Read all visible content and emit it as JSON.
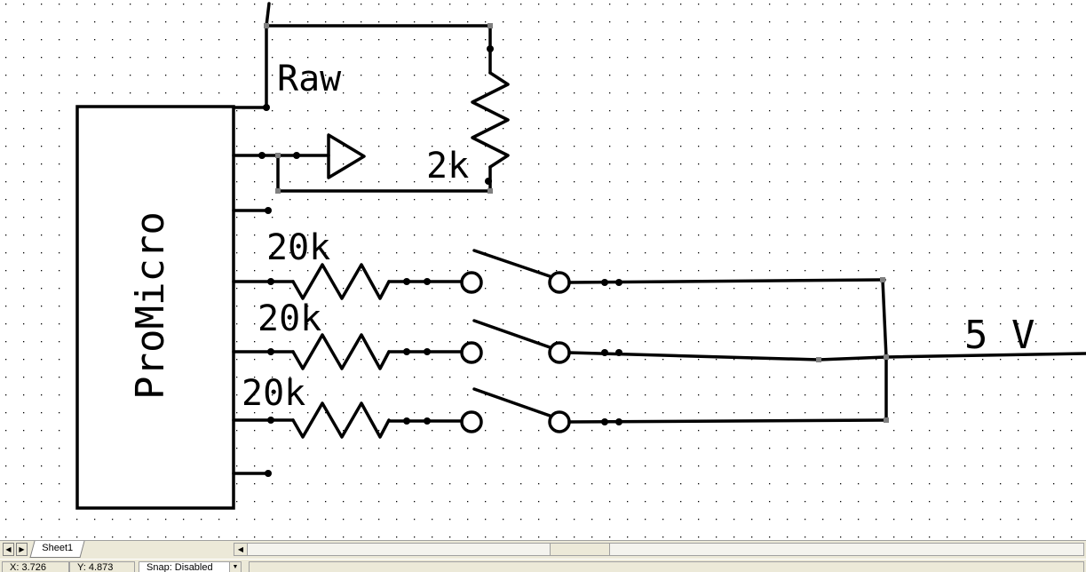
{
  "schematic": {
    "component_label": "ProMicro",
    "raw_label": "Raw",
    "resistor_top_label": "2k",
    "resistor_labels": [
      "20k",
      "20k",
      "20k"
    ],
    "supply_label": "5 V"
  },
  "tabs": {
    "sheet_tab": "Sheet1",
    "prev_glyph": "◀",
    "next_glyph": "▶"
  },
  "status": {
    "x_coord": "X: 3.726",
    "y_coord": "Y: 4.873",
    "snap_value": "Snap: Disabled",
    "snap_arrow": "▼"
  },
  "colors": {
    "wire": "#000000",
    "grid_dot": "#000000",
    "node_square": "#808080",
    "chrome": "#ece9d8"
  }
}
